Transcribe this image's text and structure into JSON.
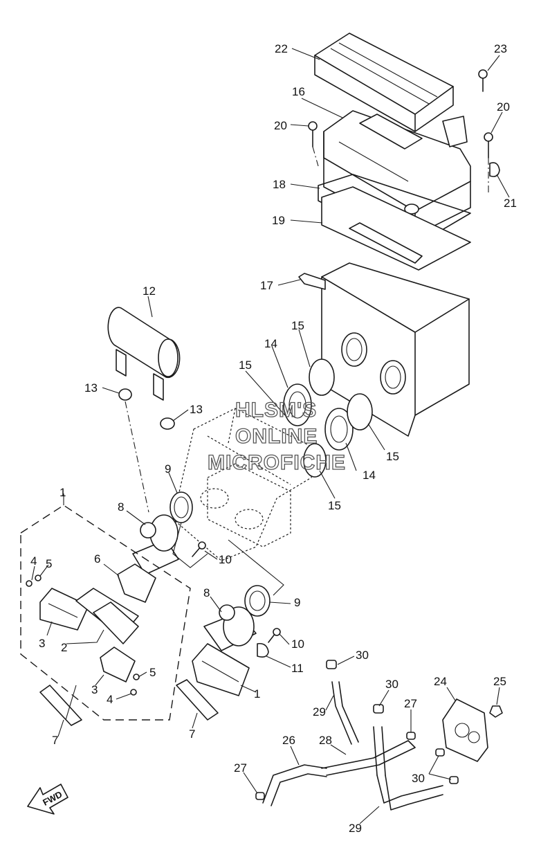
{
  "callouts": [
    {
      "id": "c22",
      "text": "22"
    },
    {
      "id": "c23",
      "text": "23"
    },
    {
      "id": "c16",
      "text": "16"
    },
    {
      "id": "c20a",
      "text": "20"
    },
    {
      "id": "c20b",
      "text": "20"
    },
    {
      "id": "c18",
      "text": "18"
    },
    {
      "id": "c21",
      "text": "21"
    },
    {
      "id": "c19",
      "text": "19"
    },
    {
      "id": "c17",
      "text": "17"
    },
    {
      "id": "c12",
      "text": "12"
    },
    {
      "id": "c15a",
      "text": "15"
    },
    {
      "id": "c14a",
      "text": "14"
    },
    {
      "id": "c15b",
      "text": "15"
    },
    {
      "id": "c13a",
      "text": "13"
    },
    {
      "id": "c13b",
      "text": "13"
    },
    {
      "id": "c15c",
      "text": "15"
    },
    {
      "id": "c14b",
      "text": "14"
    },
    {
      "id": "c9a",
      "text": "9"
    },
    {
      "id": "c15d",
      "text": "15"
    },
    {
      "id": "c1a",
      "text": "1"
    },
    {
      "id": "c8a",
      "text": "8"
    },
    {
      "id": "c10a",
      "text": "10"
    },
    {
      "id": "c4a",
      "text": "4"
    },
    {
      "id": "c5a",
      "text": "5"
    },
    {
      "id": "c6",
      "text": "6"
    },
    {
      "id": "c8b",
      "text": "8"
    },
    {
      "id": "c9b",
      "text": "9"
    },
    {
      "id": "c3a",
      "text": "3"
    },
    {
      "id": "c2",
      "text": "2"
    },
    {
      "id": "c10b",
      "text": "10"
    },
    {
      "id": "c11",
      "text": "11"
    },
    {
      "id": "c30a",
      "text": "30"
    },
    {
      "id": "c5b",
      "text": "5"
    },
    {
      "id": "c3b",
      "text": "3"
    },
    {
      "id": "c4b",
      "text": "4"
    },
    {
      "id": "c1b",
      "text": "1"
    },
    {
      "id": "c30b",
      "text": "30"
    },
    {
      "id": "c24",
      "text": "24"
    },
    {
      "id": "c25",
      "text": "25"
    },
    {
      "id": "c27a",
      "text": "27"
    },
    {
      "id": "c29a",
      "text": "29"
    },
    {
      "id": "c7a",
      "text": "7"
    },
    {
      "id": "c7b",
      "text": "7"
    },
    {
      "id": "c26",
      "text": "26"
    },
    {
      "id": "c28",
      "text": "28"
    },
    {
      "id": "c30c",
      "text": "30"
    },
    {
      "id": "c27b",
      "text": "27"
    },
    {
      "id": "c29b",
      "text": "29"
    }
  ],
  "watermark": {
    "line1": "HLSM'S",
    "line2": "ONLINE",
    "line3": "MICROFICHE"
  },
  "fwd_label": "FWD"
}
